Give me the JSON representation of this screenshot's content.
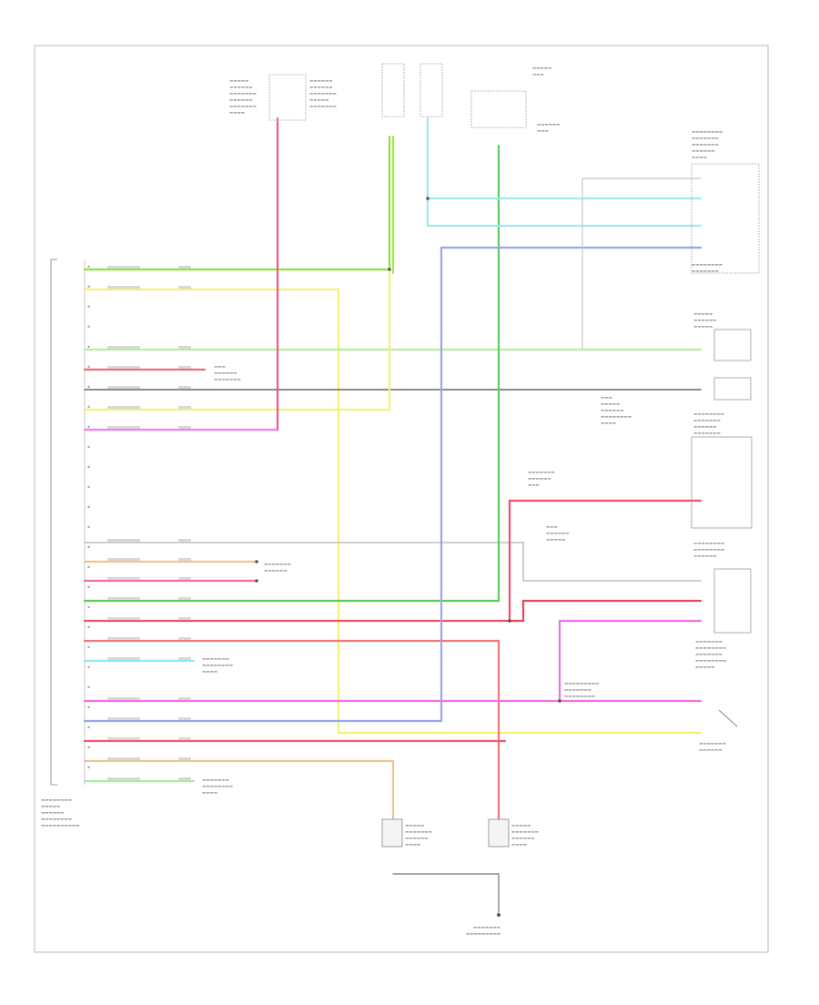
{
  "diagram": {
    "footer_code": "",
    "wire_colors": {
      "green": "#7ddc2a",
      "yellow": "#f5f07a",
      "light_green": "#b8ef9c",
      "red": "#f0506e",
      "red_dark": "#e8485a",
      "dark_gray": "#555555",
      "violet": "#f07ef0",
      "gray": "#bfbfbf",
      "orange": "#f0c088",
      "pink": "#f06ea8",
      "cyan": "#8ee8f0",
      "dark_green": "#5cc85c",
      "blue": "#9aa6e6",
      "olive": "#c8cc9a",
      "magenta": "#f070e8",
      "tan": "#e8c8a0"
    },
    "module_pins": [
      "1",
      "2",
      "3",
      "4",
      "5",
      "6",
      "7",
      "8",
      "9",
      "10",
      "11",
      "12",
      "13",
      "14",
      "15",
      "16",
      "17",
      "18",
      "19",
      "20",
      "21",
      "22",
      "23",
      "24",
      "25",
      "26"
    ]
  }
}
